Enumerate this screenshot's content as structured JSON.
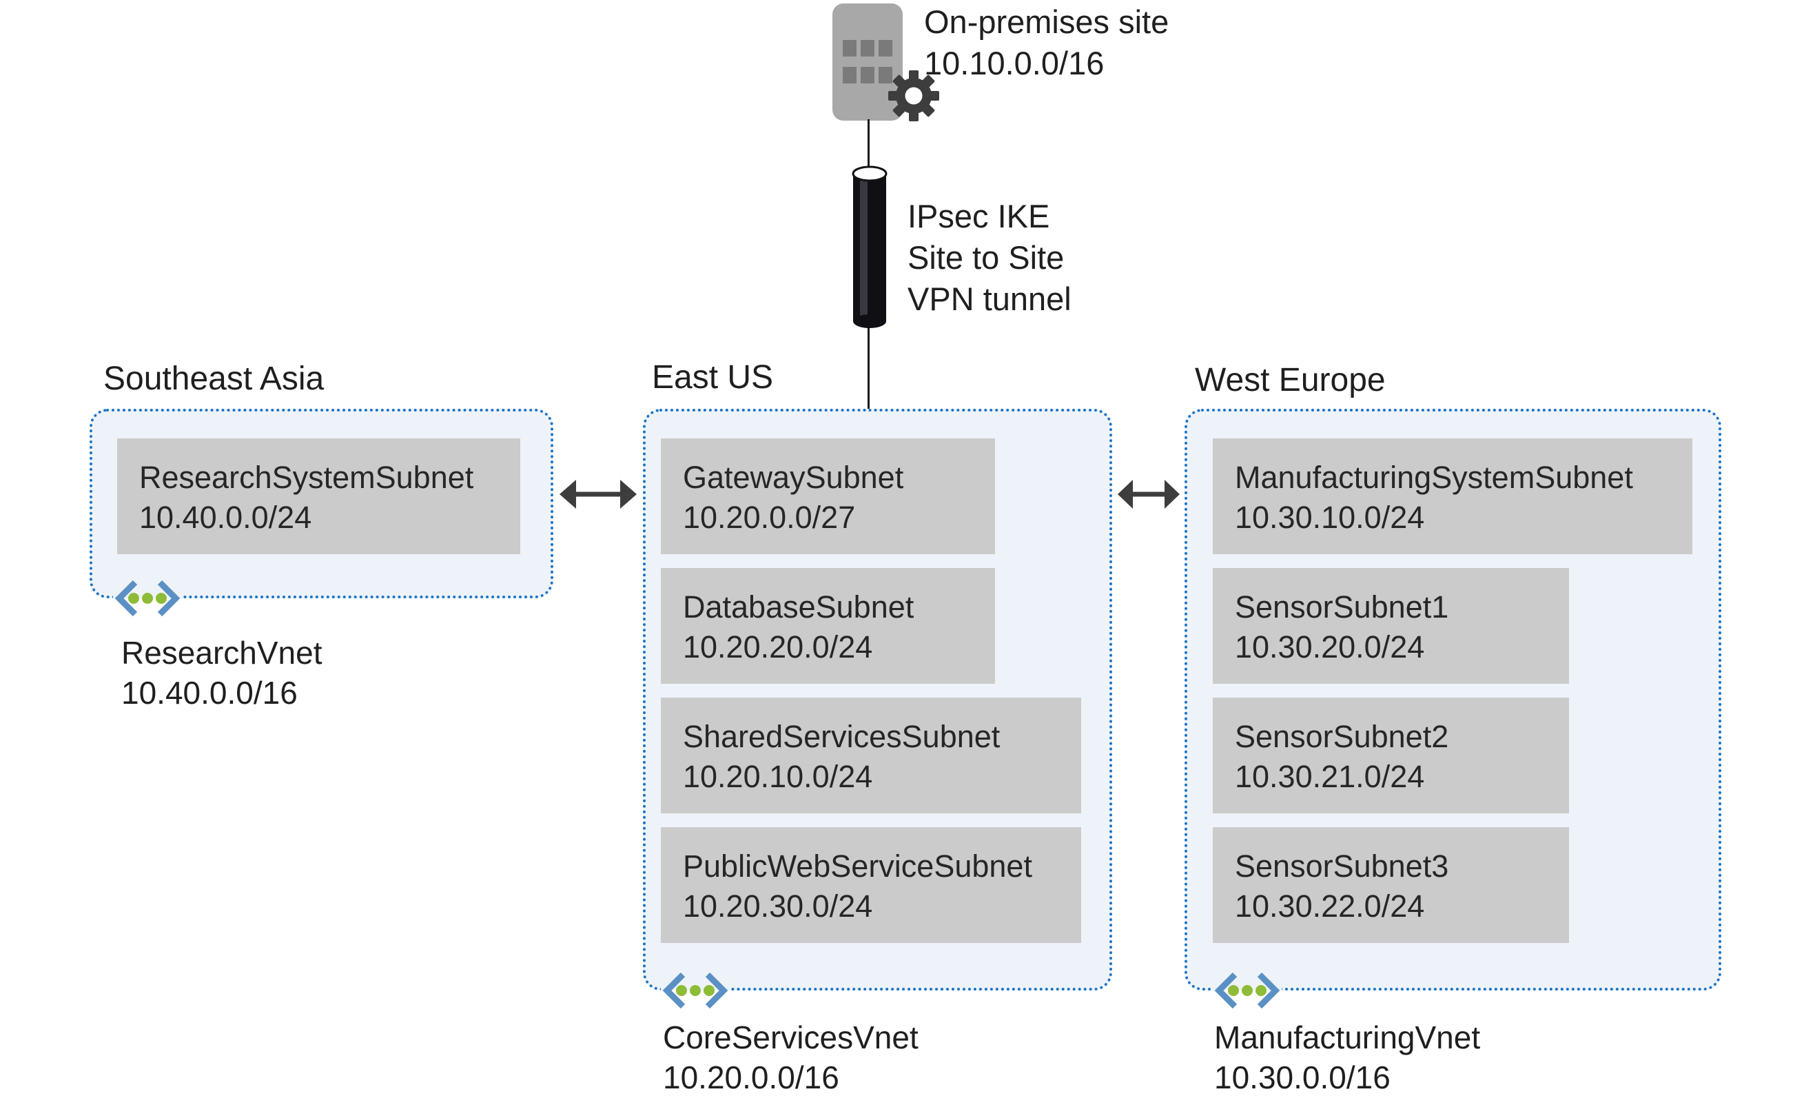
{
  "on_premises": {
    "name": "On-premises site",
    "cidr": "10.10.0.0/16"
  },
  "tunnel": {
    "line1": "IPsec IKE",
    "line2": "Site to Site",
    "line3": "VPN tunnel"
  },
  "regions": [
    {
      "label": "Southeast Asia",
      "vnet": {
        "name": "ResearchVnet",
        "cidr": "10.40.0.0/16"
      },
      "subnets": [
        {
          "name": "ResearchSystemSubnet",
          "cidr": "10.40.0.0/24"
        }
      ]
    },
    {
      "label": "East US",
      "vnet": {
        "name": "CoreServicesVnet",
        "cidr": "10.20.0.0/16"
      },
      "subnets": [
        {
          "name": "GatewaySubnet",
          "cidr": "10.20.0.0/27"
        },
        {
          "name": "DatabaseSubnet",
          "cidr": "10.20.20.0/24"
        },
        {
          "name": "SharedServicesSubnet",
          "cidr": "10.20.10.0/24"
        },
        {
          "name": "PublicWebServiceSubnet",
          "cidr": "10.20.30.0/24"
        }
      ]
    },
    {
      "label": "West Europe",
      "vnet": {
        "name": "ManufacturingVnet",
        "cidr": "10.30.0.0/16"
      },
      "subnets": [
        {
          "name": "ManufacturingSystemSubnet",
          "cidr": "10.30.10.0/24"
        },
        {
          "name": "SensorSubnet1",
          "cidr": "10.30.20.0/24"
        },
        {
          "name": "SensorSubnet2",
          "cidr": "10.30.21.0/24"
        },
        {
          "name": "SensorSubnet3",
          "cidr": "10.30.22.0/24"
        }
      ]
    }
  ],
  "colors": {
    "region_fill": "#eef3f9",
    "region_border": "#1a73c5",
    "subnet_fill": "#cbcbcb",
    "text": "#1f1f1f",
    "connector": "#3d3d3d",
    "building": "#a8a8a8",
    "building_window": "#7a7a7a",
    "cylinder": "#101014",
    "vnet_icon_bracket": "#5b90c5",
    "vnet_icon_dot": "#8fbc38"
  }
}
